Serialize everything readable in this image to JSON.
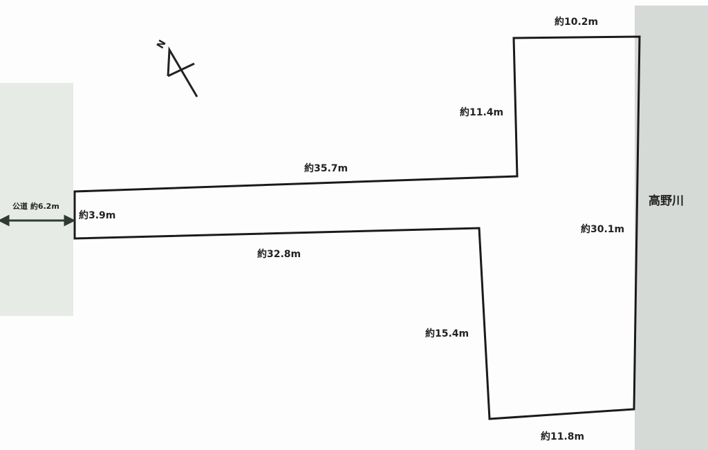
{
  "road": {
    "label": "公道 約6.2m"
  },
  "river": {
    "label": "高野川"
  },
  "north": {
    "label": "N"
  },
  "dimensions": {
    "top": "約10.2m",
    "upper_left": "約11.4m",
    "upper_long": "約35.7m",
    "frontage": "約3.9m",
    "lower_long": "約32.8m",
    "right": "約30.1m",
    "lower_left": "約15.4m",
    "bottom": "約11.8m"
  },
  "colors": {
    "road": "#e6ebe6",
    "river": "#d6dad6",
    "outline": "#1a1a1a"
  }
}
